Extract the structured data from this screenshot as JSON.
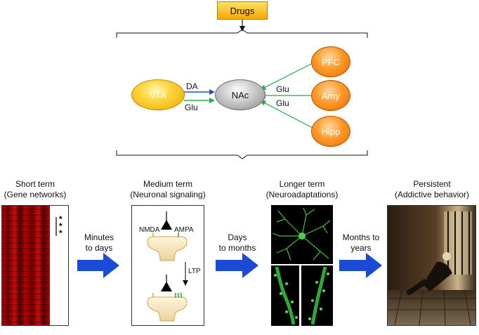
{
  "drugs": {
    "label": "Drugs"
  },
  "circuit": {
    "nodes": {
      "vta": "VTA",
      "nac": "NAc",
      "pfc": "PFC",
      "amy": "Amy",
      "hipp": "Hipp"
    },
    "edge_labels": {
      "da": "DA",
      "glu_vta": "Glu",
      "glu_pfc": "Glu",
      "glu_amy": "Glu"
    },
    "colors": {
      "dopamine": "#1f4fd1",
      "glutamate": "#2aa84a",
      "flow_arrow": "#1b4bd6"
    }
  },
  "stages": [
    {
      "title": "Short term",
      "subtitle": "(Gene networks)"
    },
    {
      "title": "Medium term",
      "subtitle": "(Neuronal signaling)"
    },
    {
      "title": "Longer term",
      "subtitle": "(Neuroadaptations)"
    },
    {
      "title": "Persistent",
      "subtitle": "(Addictive behavior)"
    }
  ],
  "transitions": [
    {
      "line1": "Minutes",
      "line2": "to days"
    },
    {
      "line1": "Days",
      "line2": "to months"
    },
    {
      "line1": "Months to",
      "line2": "years"
    }
  ],
  "gene_panel": {
    "marks": "* * *"
  },
  "synapse": {
    "nmda": "NMDA",
    "ampa": "AMPA",
    "ltp": "LTP"
  }
}
